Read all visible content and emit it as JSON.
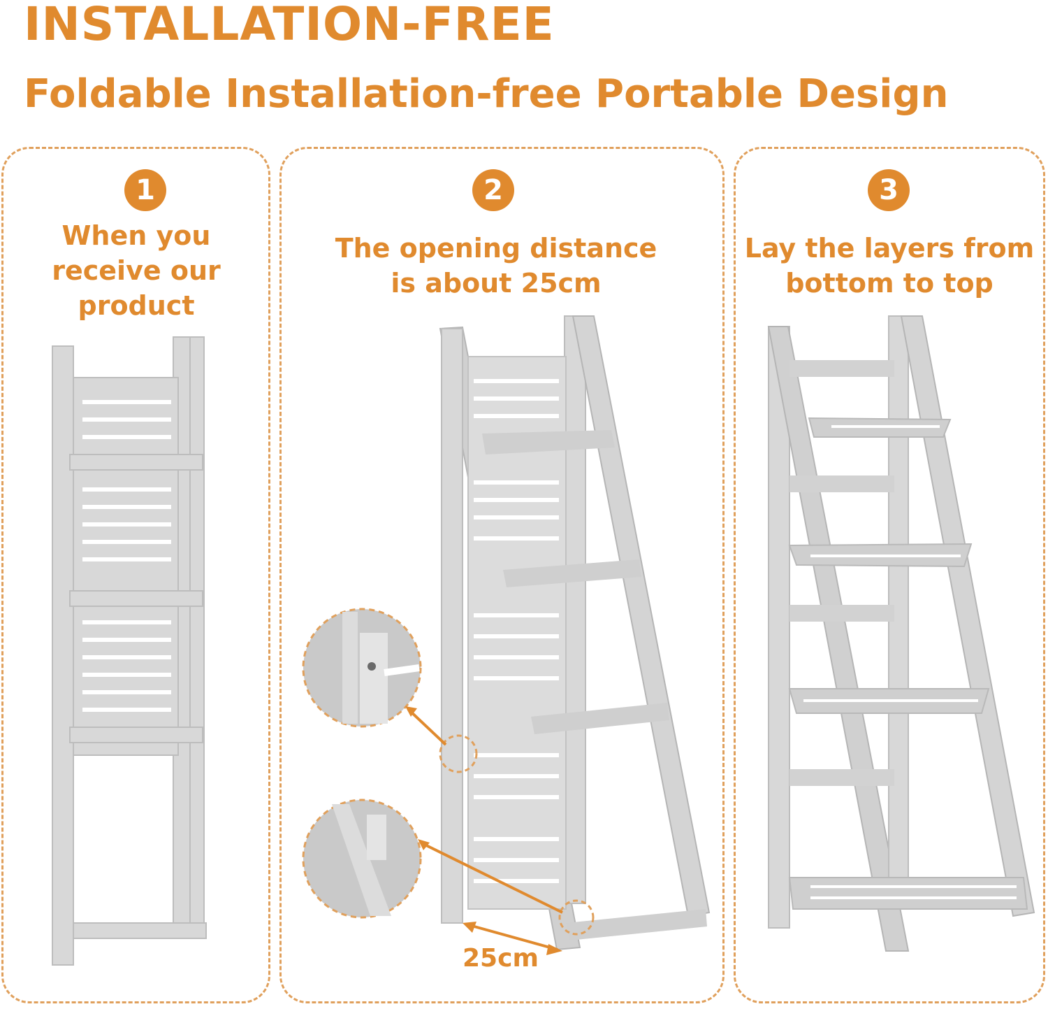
{
  "header": {
    "title": "INSTALLATION-FREE",
    "subtitle": "Foldable Installation-free Portable Design"
  },
  "steps": [
    {
      "number": "1",
      "line1": "When you",
      "line2": "receive our",
      "line3": "product"
    },
    {
      "number": "2",
      "line1": "The opening distance",
      "line2": "is about 25cm"
    },
    {
      "number": "3",
      "line1": "Lay the layers from",
      "line2": "bottom to top"
    }
  ],
  "dimension_label": "25cm",
  "colors": {
    "accent": "#e08a2e",
    "dash": "#e0a05c",
    "shelf_gray": "#d4d4d4",
    "shelf_shade": "#b9b9b9"
  }
}
